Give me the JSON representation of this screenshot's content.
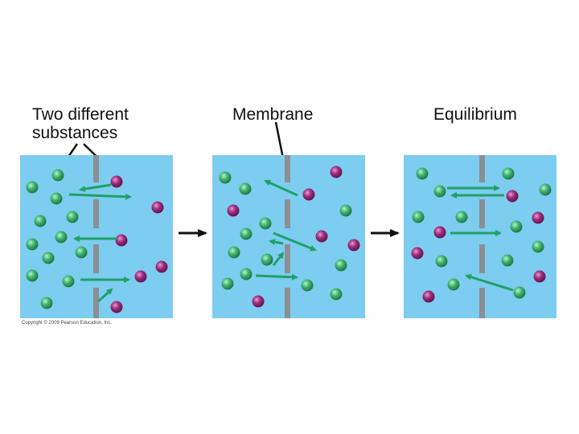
{
  "labels": {
    "two_substances_line1": "Two different",
    "two_substances_line2": "substances",
    "membrane": "Membrane",
    "equilibrium": "Equilibrium"
  },
  "copyright": "Copyright © 2009 Pearson Education, Inc.",
  "colors": {
    "water": "#7dcdf0",
    "membrane": "#8a8f94",
    "green_molecule": "#2e9e5a",
    "purple_molecule": "#8a1f6a",
    "arrow": "#21a06a"
  },
  "panels": [
    "initial",
    "intermediate",
    "equilibrium"
  ]
}
